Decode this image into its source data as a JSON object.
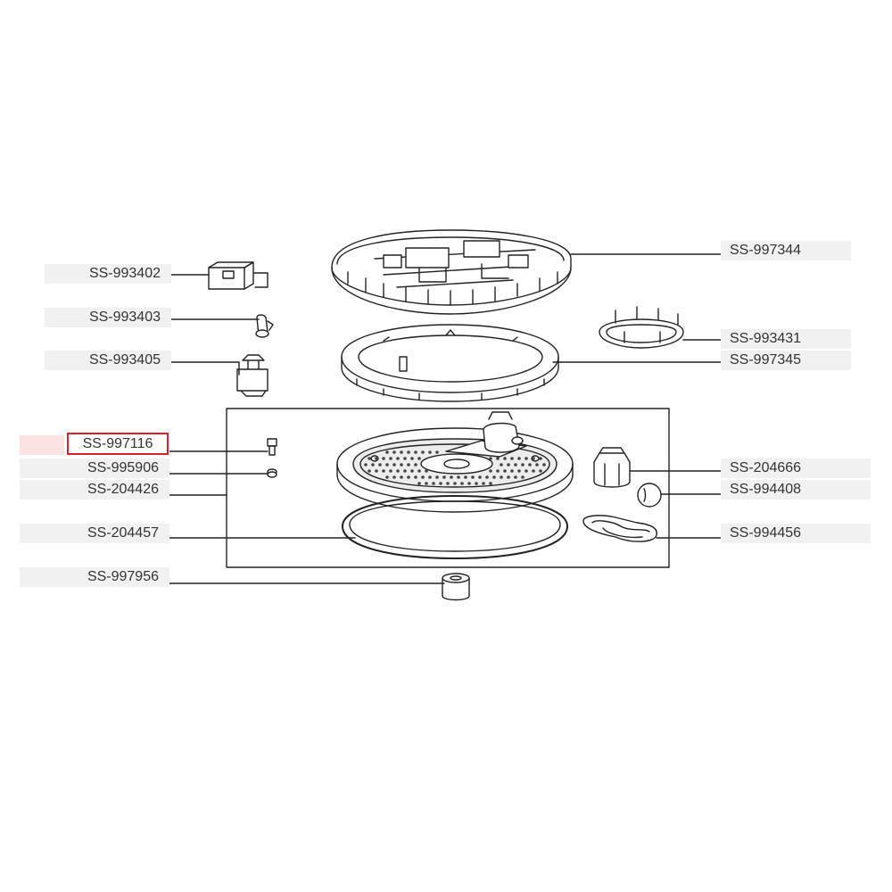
{
  "diagram": {
    "highlighted_part": "SS-997116",
    "labels_left": [
      "SS-993402",
      "SS-993403",
      "SS-993405",
      "SS-995906",
      "SS-204426",
      "SS-204457",
      "SS-997956"
    ],
    "labels_right": [
      "SS-997344",
      "SS-993431",
      "SS-997345",
      "SS-204666",
      "SS-994408",
      "SS-994456"
    ],
    "colors": {
      "highlight": "#d8202a",
      "label_bg": "#f1f1f1",
      "line": "#222222"
    }
  }
}
